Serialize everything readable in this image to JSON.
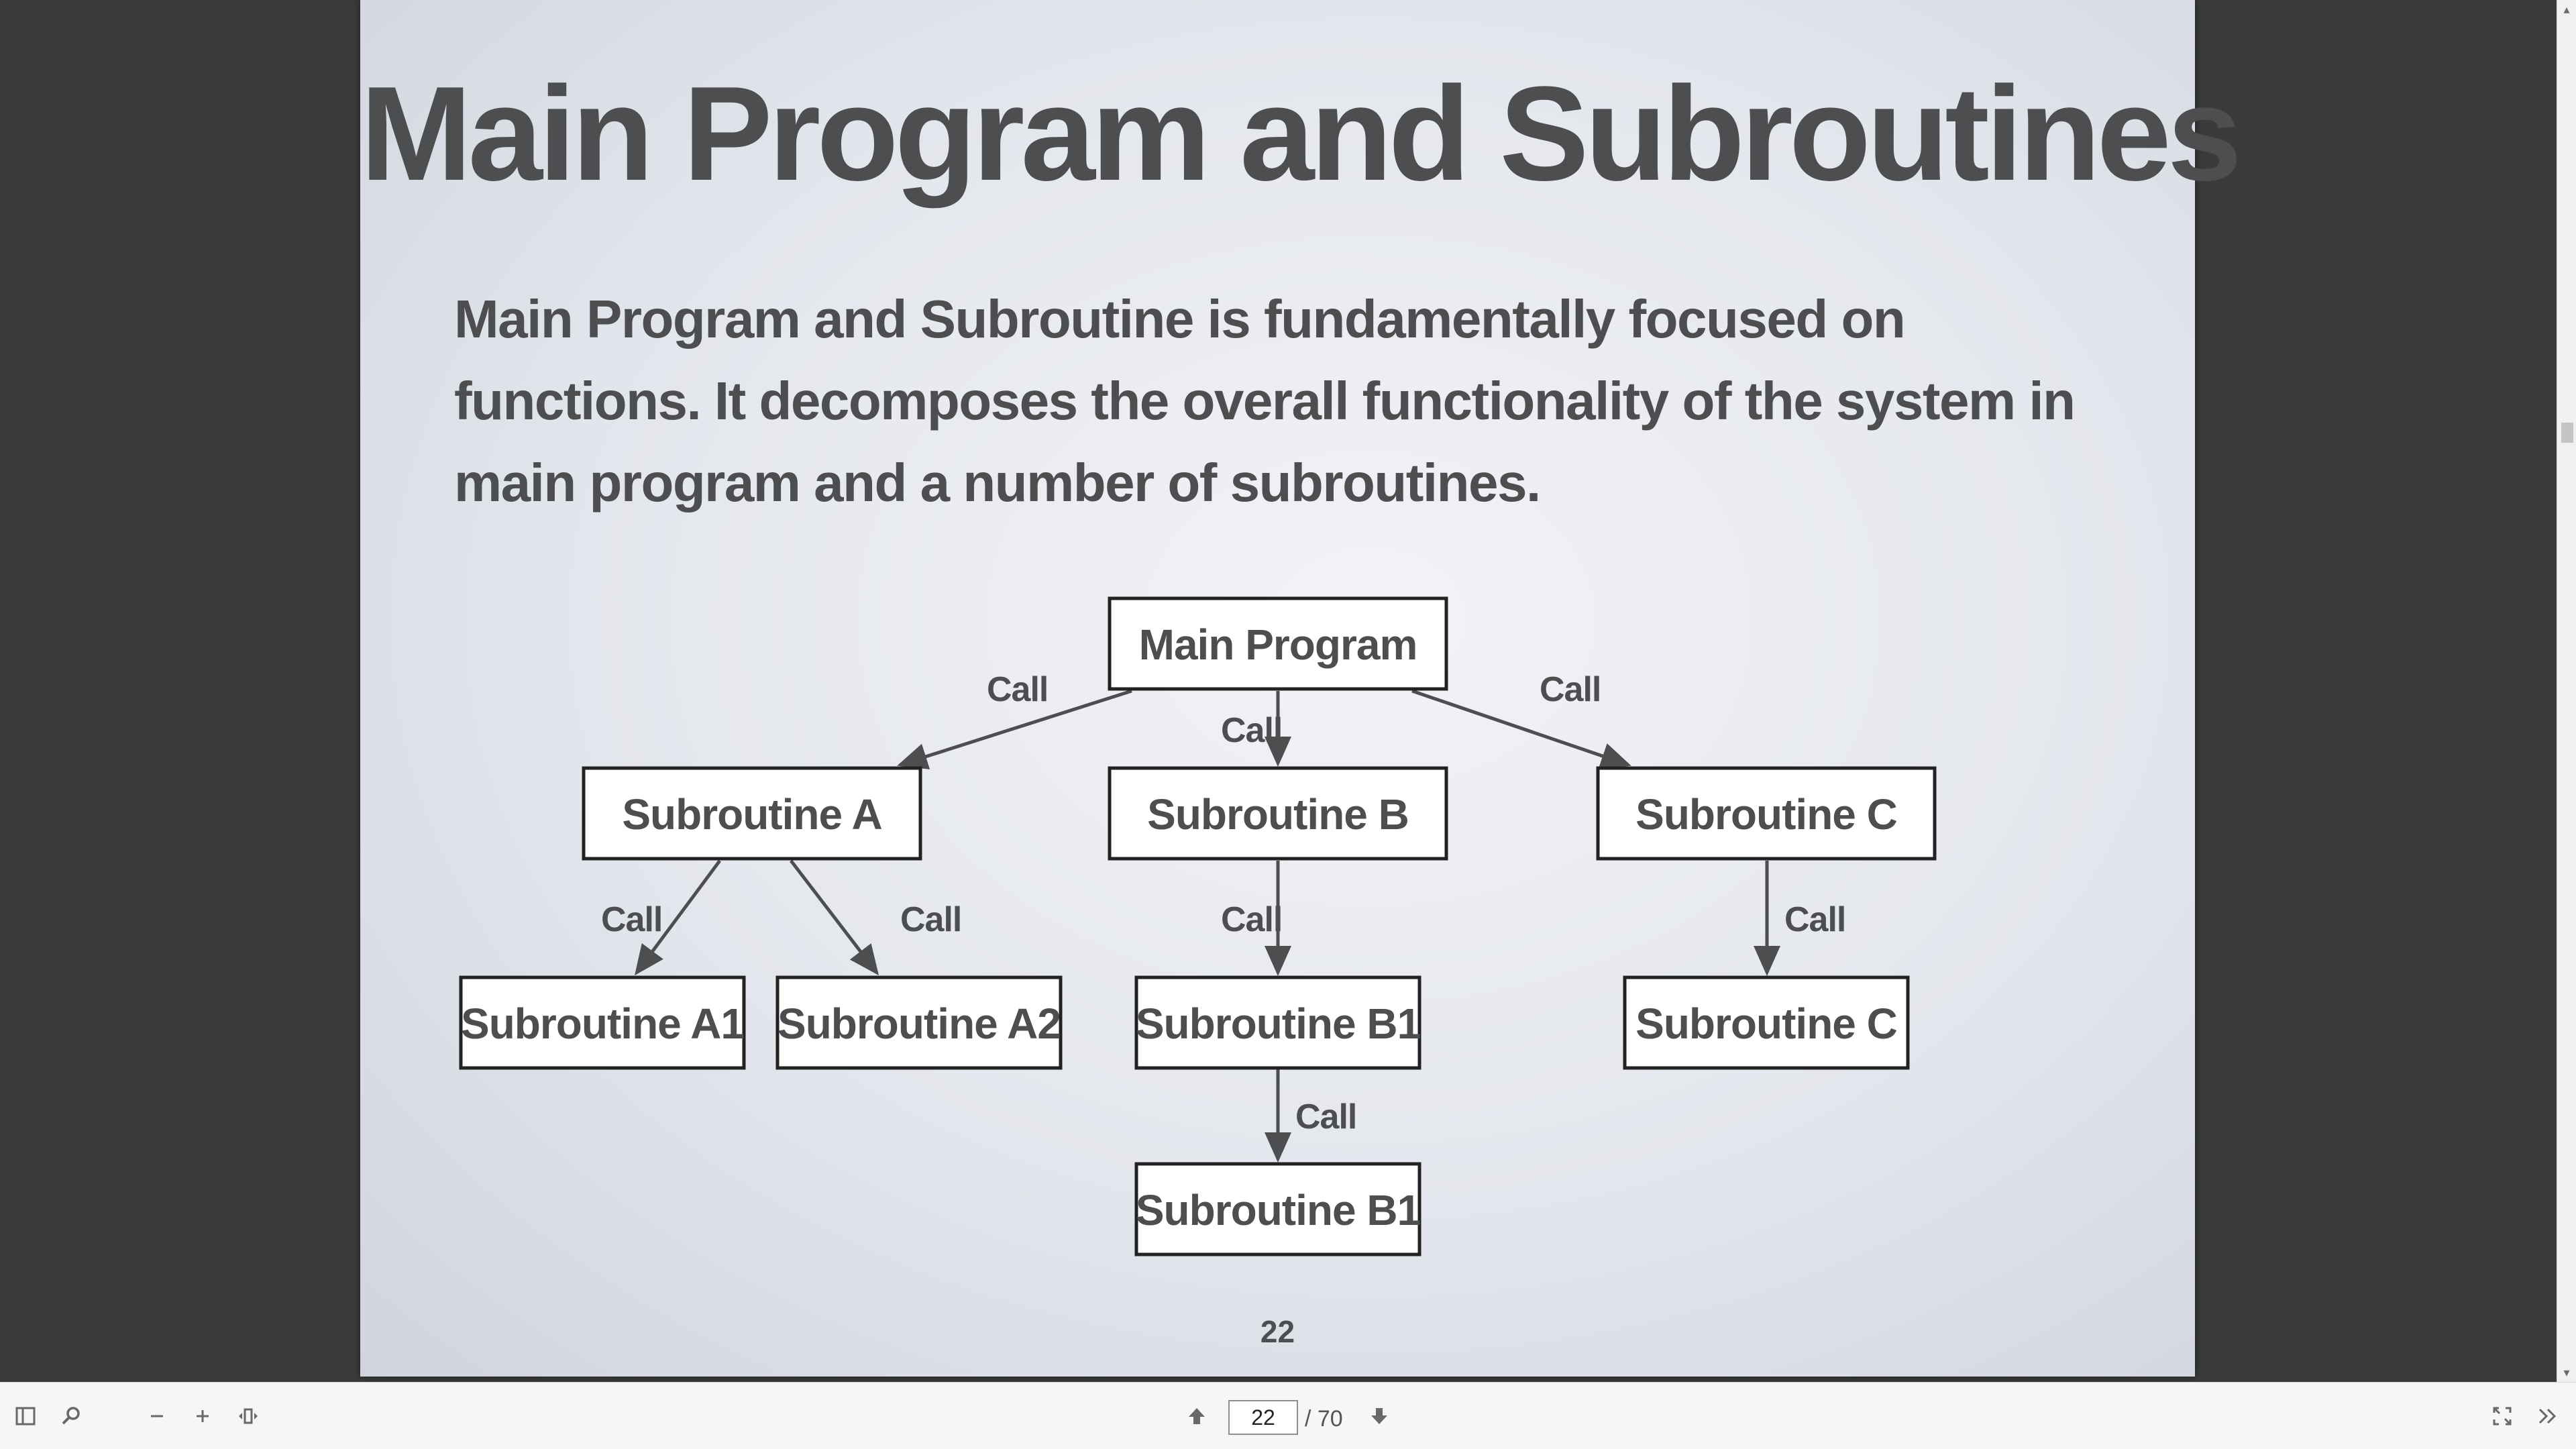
{
  "slide": {
    "title": "Main Program and Subroutines",
    "body": "Main Program and Subroutine is fundamentally focused on functions. It decomposes the overall functionality of the system in main program and a number of subroutines.",
    "page_number": "22"
  },
  "diagram": {
    "nodes": {
      "main": "Main Program",
      "sub_a": "Subroutine A",
      "sub_b": "Subroutine B",
      "sub_c": "Subroutine C",
      "sub_a1": "Subroutine A1",
      "sub_a2": "Subroutine A2",
      "sub_b1": "Subroutine B1",
      "sub_c_child": "Subroutine C",
      "sub_b1_child": "Subroutine B1"
    },
    "edge_label": "Call",
    "colors": {
      "stroke": "#4d4e50",
      "box_fill": "#ffffff"
    }
  },
  "toolbar": {
    "current_page": "22",
    "total_pages": "/ 70",
    "icons": [
      "sidebar-toggle-icon",
      "search-icon",
      "zoom-out-icon",
      "zoom-in-icon",
      "fit-width-icon",
      "previous-page-icon",
      "next-page-icon",
      "fullscreen-icon",
      "more-tools-icon"
    ]
  },
  "colors": {
    "viewer_background": "#3b3b3b",
    "toolbar_background": "#f6f6f6",
    "text": "#4d4e50"
  }
}
